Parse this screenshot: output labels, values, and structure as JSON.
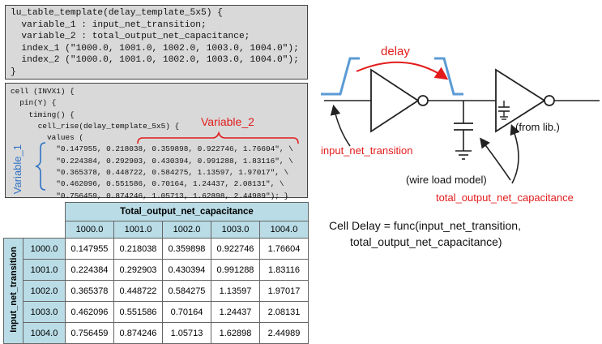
{
  "code_template": {
    "lines": [
      "lu_table_template(delay_template_5x5) {",
      "  variable_1 : input_net_transition;",
      "  variable_2 : total_output_net_capacitance;",
      "  index_1 (\"1000.0, 1001.0, 1002.0, 1003.0, 1004.0\");",
      "  index_2 (\"1000.0, 1001.0, 1002.0, 1003.0, 1004.0\");",
      "}"
    ]
  },
  "code_cell": {
    "lines": [
      "cell (INVX1) {",
      "  pin(Y) {",
      "    timing() {",
      "      cell_rise(delay_template_5x5) {",
      "        values (",
      "          \"0.147955, 0.218038, 0.359898, 0.922746, 1.76604\", \\",
      "          \"0.224384, 0.292903, 0.430394, 0.991288, 1.83116\", \\",
      "          \"0.365378, 0.448722, 0.584275, 1.13597, 1.97017\", \\",
      "          \"0.462096, 0.551586, 0.70164, 1.24437, 2.08131\", \\",
      "          \"0.756459, 0.874246, 1.05713, 1.62898, 2.44989\"); }"
    ],
    "variable_2_label": "Variable_2",
    "variable_1_label": "Variable_1"
  },
  "table": {
    "col_header": "Total_output_net_capacitance",
    "row_header": "Input_net_transition",
    "col_index": [
      "1000.0",
      "1001.0",
      "1002.0",
      "1003.0",
      "1004.0"
    ],
    "rows": [
      {
        "index": "1000.0",
        "values": [
          "0.147955",
          "0.218038",
          "0.359898",
          "0.922746",
          "1.76604"
        ]
      },
      {
        "index": "1001.0",
        "values": [
          "0.224384",
          "0.292903",
          "0.430394",
          "0.991288",
          "1.83116"
        ]
      },
      {
        "index": "1002.0",
        "values": [
          "0.365378",
          "0.448722",
          "0.584275",
          "1.13597",
          "1.97017"
        ]
      },
      {
        "index": "1003.0",
        "values": [
          "0.462096",
          "0.551586",
          "0.70164",
          "1.24437",
          "2.08131"
        ]
      },
      {
        "index": "1004.0",
        "values": [
          "0.756459",
          "0.874246",
          "1.05713",
          "1.62898",
          "2.44989"
        ]
      }
    ]
  },
  "diagram": {
    "delay_label": "delay",
    "input_net_transition_label": "input_net_transition",
    "wire_load_label": "(wire load model)",
    "total_output_label": "total_output_net_capacitance",
    "from_lib_label": "(from lib.)",
    "formula_line1": "Cell Delay = func(input_net_transition,",
    "formula_line2": "total_output_net_capacitance)",
    "colors": {
      "red": "#e31b1b",
      "blue": "#5b9bd5",
      "dark": "#222222"
    }
  }
}
